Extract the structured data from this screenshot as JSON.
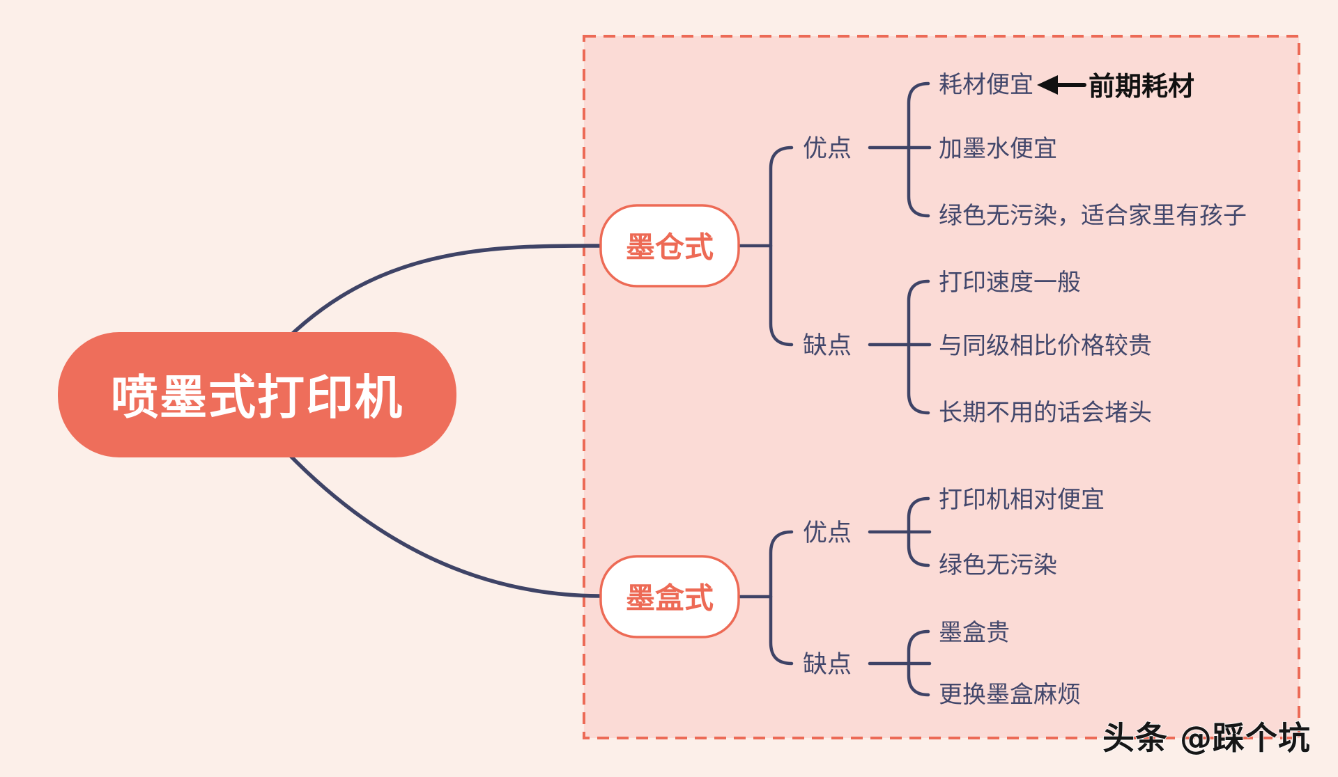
{
  "root": {
    "label": "喷墨式打印机"
  },
  "branches": [
    {
      "label": "墨仓式",
      "groups": [
        {
          "label": "优点",
          "items": [
            "耗材便宜",
            "加墨水便宜",
            "绿色无污染，适合家里有孩子"
          ]
        },
        {
          "label": "缺点",
          "items": [
            "打印速度一般",
            "与同级相比价格较贵",
            "长期不用的话会堵头"
          ]
        }
      ]
    },
    {
      "label": "墨盒式",
      "groups": [
        {
          "label": "优点",
          "items": [
            "打印机相对便宜",
            "绿色无污染"
          ]
        },
        {
          "label": "缺点",
          "items": [
            "墨盒贵",
            "更换墨盒麻烦"
          ]
        }
      ]
    }
  ],
  "annotation": {
    "text": "前期耗材"
  },
  "watermark": "头条 @踩个坑",
  "colors": {
    "coral": "#ed6a55",
    "navy": "#3e4366",
    "page_bg": "#fcefe9",
    "panel_bg": "#fbdbd6",
    "annotation_black": "#111111"
  }
}
